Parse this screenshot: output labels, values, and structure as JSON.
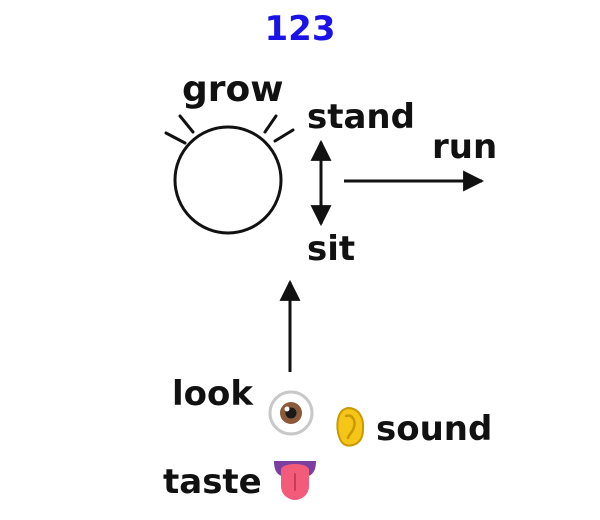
{
  "title": "123",
  "colors": {
    "title": "#1a12e6",
    "ink": "#111111"
  },
  "labels": {
    "grow": "grow",
    "stand": "stand",
    "run": "run",
    "sit": "sit",
    "look": "look",
    "sound": "sound",
    "taste": "taste"
  },
  "icons": [
    "circle-shape",
    "glow-rays",
    "eye-icon",
    "ear-icon",
    "tongue-icon"
  ]
}
